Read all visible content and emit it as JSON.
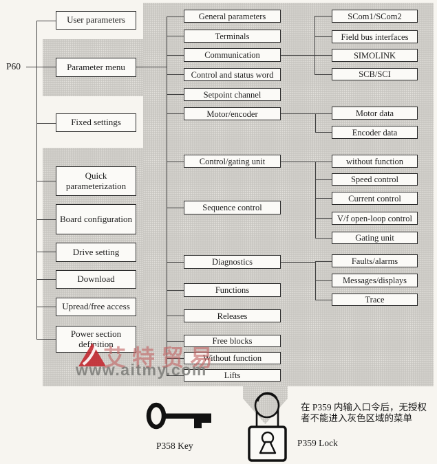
{
  "p60": {
    "label": "P60"
  },
  "left_column": {
    "items": [
      {
        "label": "User parameters"
      },
      {
        "label": "Parameter menu"
      },
      {
        "label": "Fixed settings"
      },
      {
        "label": "Quick parameterization"
      },
      {
        "label": "Board configuration"
      },
      {
        "label": "Drive setting"
      },
      {
        "label": "Download"
      },
      {
        "label": "Upread/free access"
      },
      {
        "label": "Power section definition"
      }
    ]
  },
  "middle_column": {
    "items": [
      {
        "label": "General parameters"
      },
      {
        "label": "Terminals"
      },
      {
        "label": "Communication"
      },
      {
        "label": "Control and status word"
      },
      {
        "label": "Setpoint channel"
      },
      {
        "label": "Motor/encoder"
      },
      {
        "label": "Control/gating unit"
      },
      {
        "label": "Sequence control"
      },
      {
        "label": "Diagnostics"
      },
      {
        "label": "Functions"
      },
      {
        "label": "Releases"
      },
      {
        "label": "Free blocks"
      },
      {
        "label": "Without function"
      },
      {
        "label": "Lifts"
      }
    ]
  },
  "right_column": {
    "items": [
      {
        "label": "SCom1/SCom2"
      },
      {
        "label": "Field bus interfaces"
      },
      {
        "label": "SIMOLINK"
      },
      {
        "label": "SCB/SCI"
      },
      {
        "label": "Motor data"
      },
      {
        "label": "Encoder data"
      },
      {
        "label": "without function"
      },
      {
        "label": "Speed control"
      },
      {
        "label": "Current control"
      },
      {
        "label": "V/f open-loop control"
      },
      {
        "label": "Gating unit"
      },
      {
        "label": "Faults/alarms"
      },
      {
        "label": "Messages/displays"
      },
      {
        "label": "Trace"
      }
    ]
  },
  "bottom": {
    "key_label": "P358 Key",
    "lock_label": "P359 Lock",
    "note_line1": "在 P359 内输入口令后，无授权",
    "note_line2": "者不能进入灰色区域的菜单"
  },
  "watermark": {
    "brand": "艾特贸易",
    "url": "www.aitmy.com"
  },
  "colors": {
    "paper": "#f7f5f0",
    "gray_region": "#c9c7c2",
    "line": "#3f3f3f",
    "box_border": "#2b2b2b",
    "watermark_red": "#c2242c"
  }
}
